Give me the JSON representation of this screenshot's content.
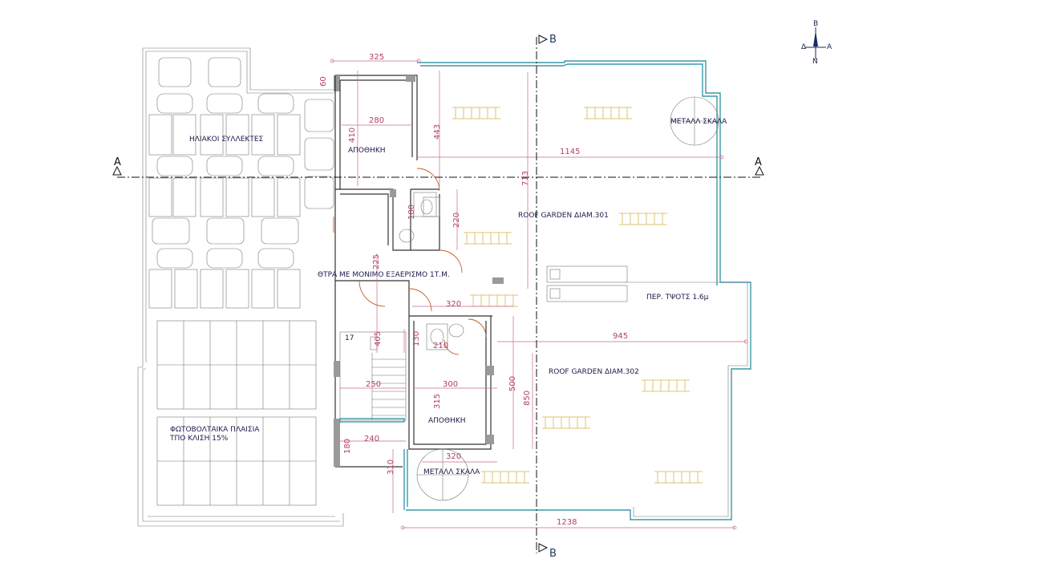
{
  "labels": {
    "solar_collectors": "ΗΛΙΑΚΟΙ ΣΥΛΛΕΚΤΕΣ",
    "pv_panels_line1": "ΦΩΤΟΒΟΛΤΑΙΚΑ ΠΛΑΙΣΙΑ",
    "pv_panels_line2": "ΤΠΟ ΚΛΙΣΗ 15%",
    "storage_top": "ΑΠΟΘΗΚΗ",
    "storage_bottom": "ΑΠΟΘΗΚΗ",
    "door_ventilation": "ΘΤΡΑ ΜΕ ΜΟΝΙΜΟ ΕΞΑΕΡΙΣΜΟ 1Τ.Μ.",
    "roof_garden_301": "ROOF GARDEN  ΔΙΑΜ.301",
    "roof_garden_302": "ROOF GARDEN  ΔΙΑΜ.302",
    "metal_stair_top": "ΜΕΤΑΛΛ ΣΚΑΛΑ",
    "metal_stair_bottom": "ΜΕΤΑΛΛ ΣΚΑΛΑ",
    "pergola_height": "ΠΕΡ. ΤΨΟΤΣ 1.6μ",
    "stair_count": "17",
    "section_a_left": "A",
    "section_a_right": "A",
    "section_b_top": "B",
    "section_b_bottom": "B"
  },
  "compass": {
    "north": "B",
    "west": "Δ",
    "east": "A",
    "south": "N"
  },
  "dimensions": {
    "d325": "325",
    "d60": "60",
    "d280": "280",
    "d410": "410",
    "d443": "443",
    "d713": "713",
    "d1145": "1145",
    "d180": "180",
    "d220": "220",
    "d225": "225",
    "d320a": "320",
    "d405": "405",
    "d130": "130",
    "d210": "210",
    "d945": "945",
    "d250": "250",
    "d300": "300",
    "d500": "500",
    "d850": "850",
    "d315": "315",
    "d240": "240",
    "d180b": "180",
    "d320b": "320",
    "d310": "310",
    "d1238": "1238"
  },
  "colors": {
    "walls": "#333333",
    "dimensions": "#b0406a",
    "roof_edge": "#3a9aa8",
    "planting": "#d4b44a"
  }
}
